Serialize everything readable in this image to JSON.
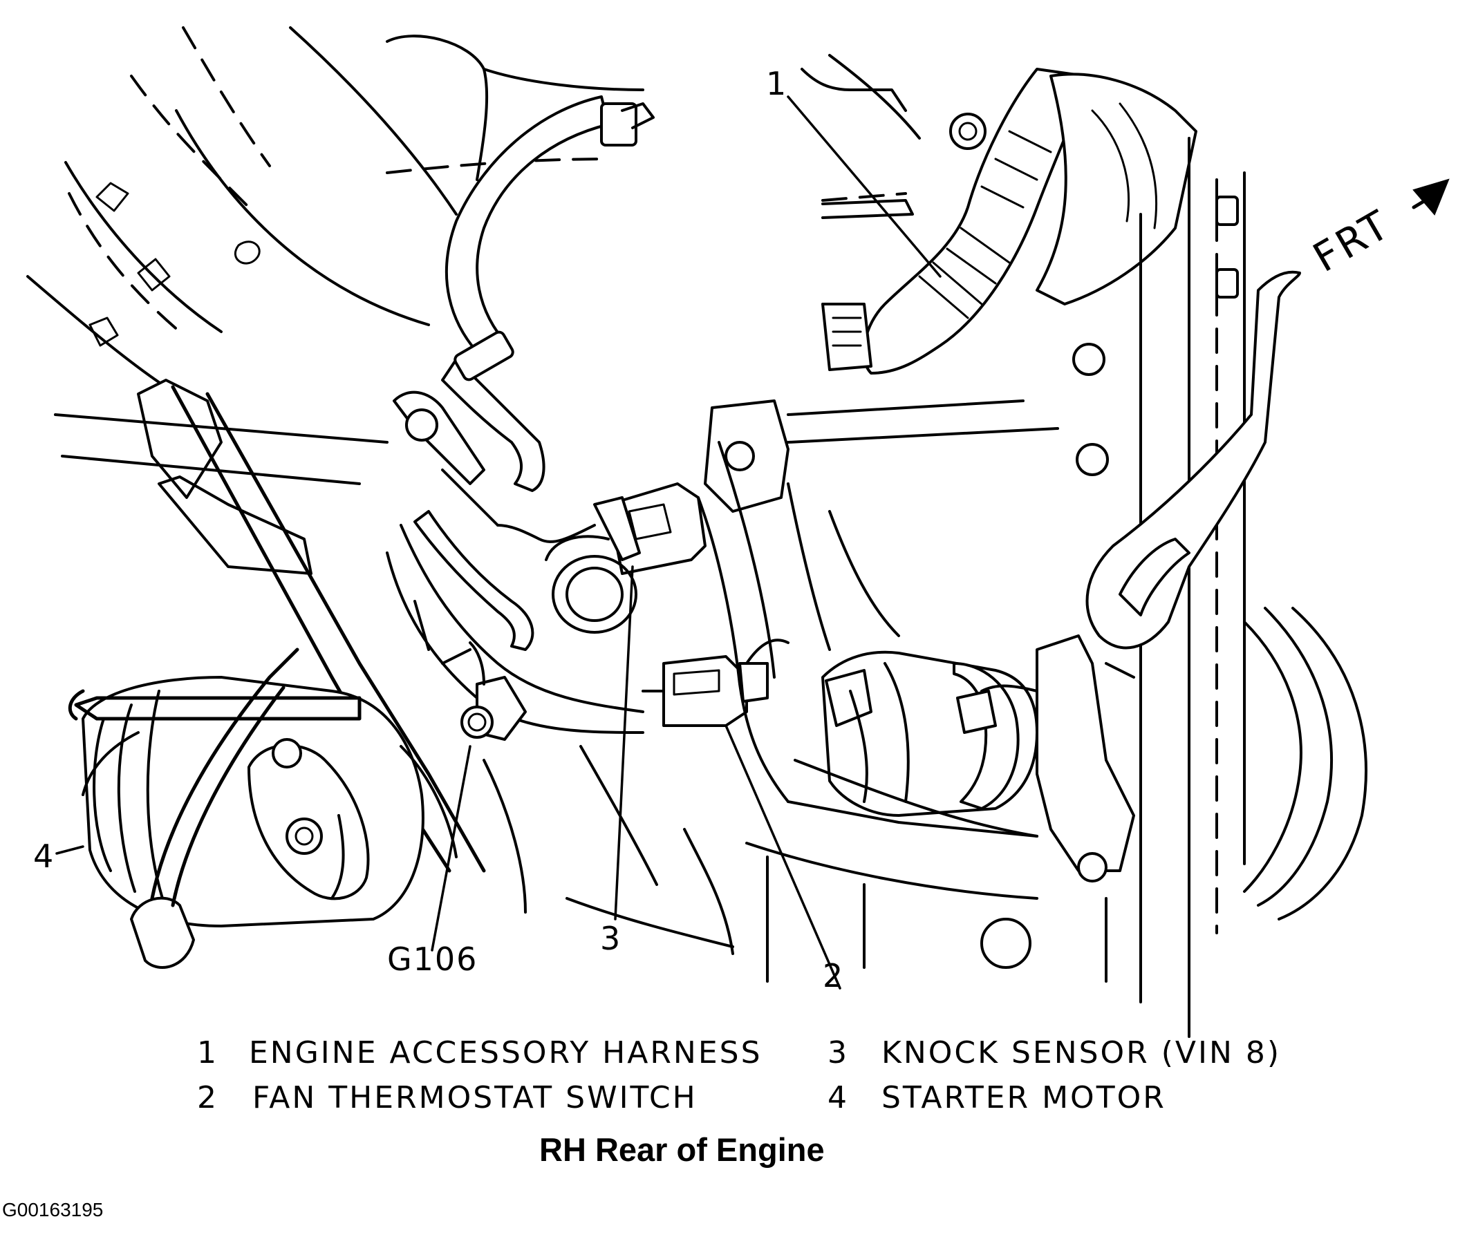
{
  "diagram": {
    "title": "RH Rear of Engine",
    "figure_id": "G00163195",
    "direction_label": "FRT",
    "callouts": [
      {
        "id": "c1",
        "text": "1"
      },
      {
        "id": "c2",
        "text": "2"
      },
      {
        "id": "c3",
        "text": "3"
      },
      {
        "id": "c4",
        "text": "4"
      },
      {
        "id": "g106",
        "text": "G106"
      }
    ],
    "legend": [
      {
        "num": "1",
        "label": "ENGINE ACCESSORY HARNESS"
      },
      {
        "num": "2",
        "label": "FAN THERMOSTAT SWITCH"
      },
      {
        "num": "3",
        "label": "KNOCK SENSOR (VIN 8)"
      },
      {
        "num": "4",
        "label": "STARTER MOTOR"
      }
    ]
  }
}
